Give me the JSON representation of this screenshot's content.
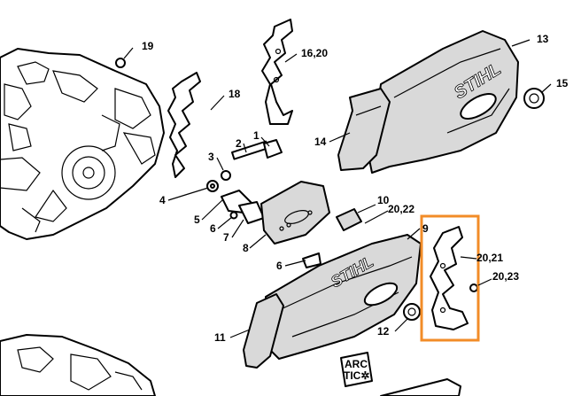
{
  "labels": {
    "l1": "1",
    "l2": "2",
    "l3": "3",
    "l4": "4",
    "l5": "5",
    "l6a": "6",
    "l6b": "6",
    "l7": "7",
    "l8": "8",
    "l9": "9",
    "l10": "10",
    "l11": "11",
    "l12": "12",
    "l13": "13",
    "l14": "14",
    "l15": "15",
    "l16_20": "16,20",
    "l18": "18",
    "l19": "19",
    "l20_21": "20,21",
    "l20_22": "20,22",
    "l20_23": "20,23"
  },
  "brand": {
    "cover_top": "STIHL",
    "cover_bottom": "STIHL",
    "arctic_line1": "ARC",
    "arctic_line2": "TIC✲"
  },
  "highlight": {
    "color": "#f28c28"
  }
}
